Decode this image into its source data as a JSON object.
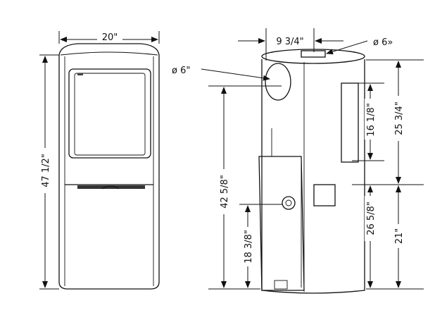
{
  "dimensions": {
    "front_width": "20\"",
    "front_height": "47 1/2\"",
    "flue_offset": "9 3/4\"",
    "top_flue_diameter": "ø 6»",
    "rear_flue_diameter": "ø 6\"",
    "rear_flue_height": "42 5/8\"",
    "side_panel_height": "16 1/8\"",
    "top_to_mid": "25 3/4\"",
    "mid_to_floor": "26 5/8\"",
    "lower_height": "21\"",
    "air_inlet_height": "18 3/8\""
  },
  "colors": {
    "line": "#111111",
    "background": "#ffffff"
  }
}
